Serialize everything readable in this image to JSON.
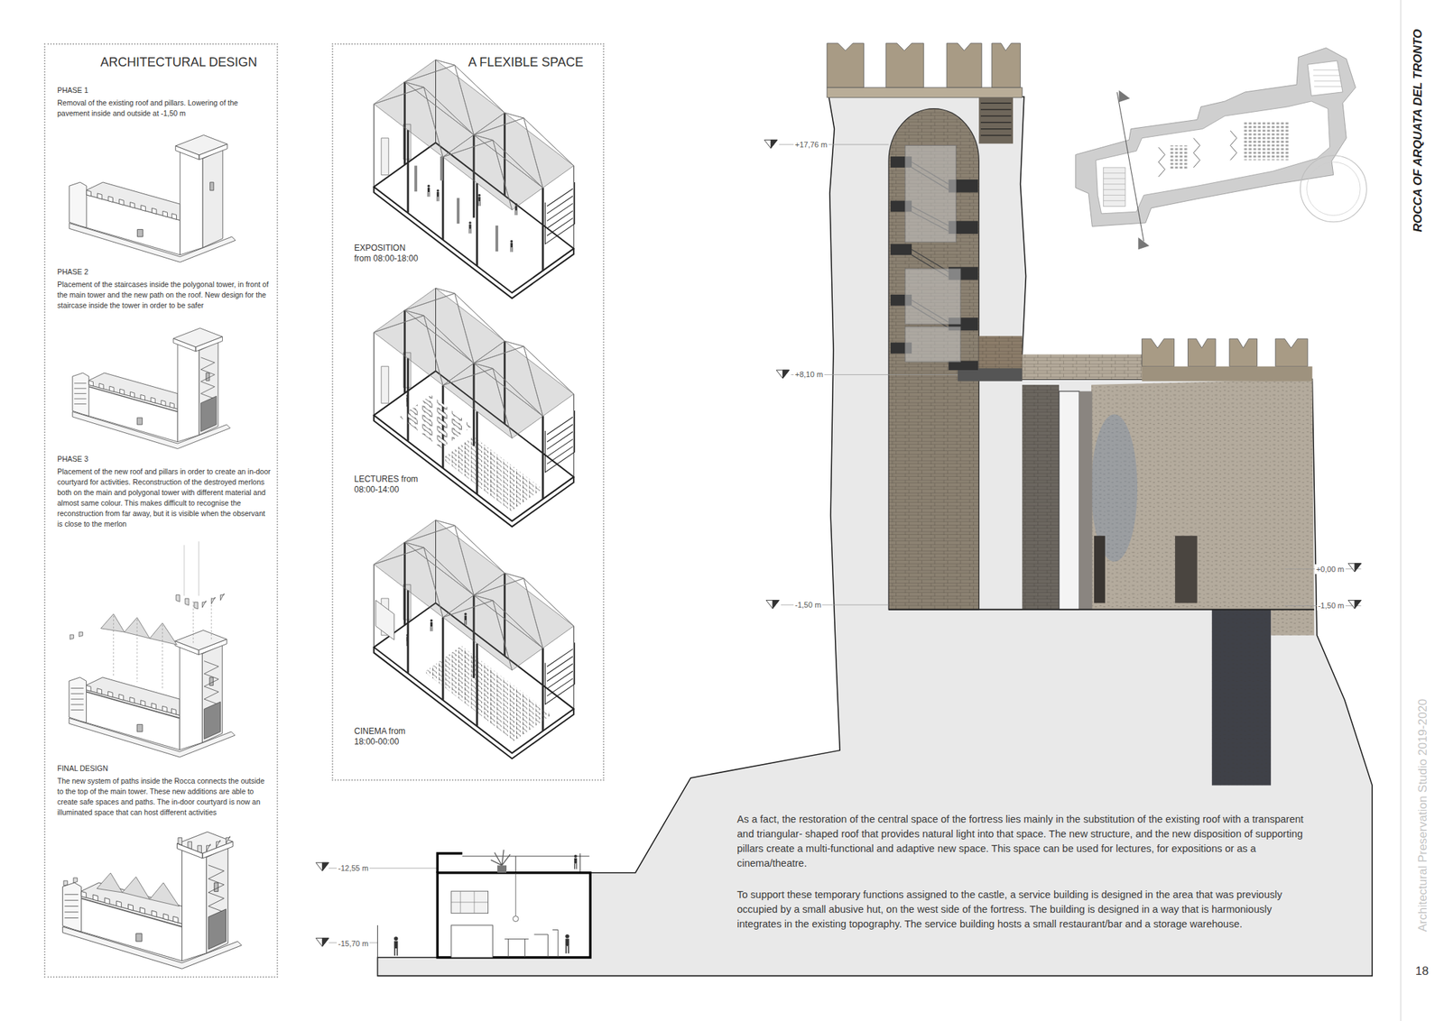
{
  "diagram": {
    "title": "ROCCA OF ARQUATA DEL TRONTO",
    "nodes": [
      {
        "text": [
          "ARCHITECTURAL DESIGN",
          "PHASE 1",
          "Removal of the existing roof and pillars. Lowering of the pavement inside and outside at -1,50 m",
          "PHASE 2",
          "Placement of the staircases inside the polygonal tower, in front of the main tower and the new path on the roof. New design for the staircase inside the tower in order to be safer",
          "PHASE 3",
          "Placement of the new roof and pillars in order to create an in-door courtyard for activities. Reconstruction of the destroyed merlons both on the main and polygonal tower with different material and almost same colour. This makes difficult to recognise the reconstruction from far away, but it is visible when the observant is close to the merlon",
          "FINAL DESIGN",
          "The new system of paths inside the Rocca connects the outside to the top of the main tower. These new additions are able to create safe spaces and paths. The in-door courtyard is now an illuminated space that can host different activities"
        ]
      },
      {
        "text": [
          "A FLEXIBLE SPACE",
          "EXPOSITION from 08:00-18:00",
          "LECTURES from 08:00-14:00",
          "CINEMA from 18:00-00:00"
        ]
      }
    ],
    "labels": [
      "+17,76 m",
      "+8,10 m",
      "-1,50 m",
      "+0,00 m",
      "-1,50 m",
      "-12,55 m",
      "-15,70 m",
      "As a fact, the restoration of the central space of the fortress lies mainly in the substitution of the existing roof with a transparent and triangular- shaped roof that provides natural light into that space. The new structure, and the new disposition of supporting pillars create a multi-functional and adaptive new space. This space can be used for lectures, for expositions or as a cinema/theatre.",
      "To support these temporary functions assigned to the castle, a service building is designed in the area that was previously occupied by a small abusive hut, on the west side of the fortress. The building is designed in a way that is harmoniously integrates in the existing topography. The service building hosts a small restaurant/bar and a storage warehouse.",
      "Architectural Preservation Studio 2019-2020",
      "18"
    ]
  }
}
